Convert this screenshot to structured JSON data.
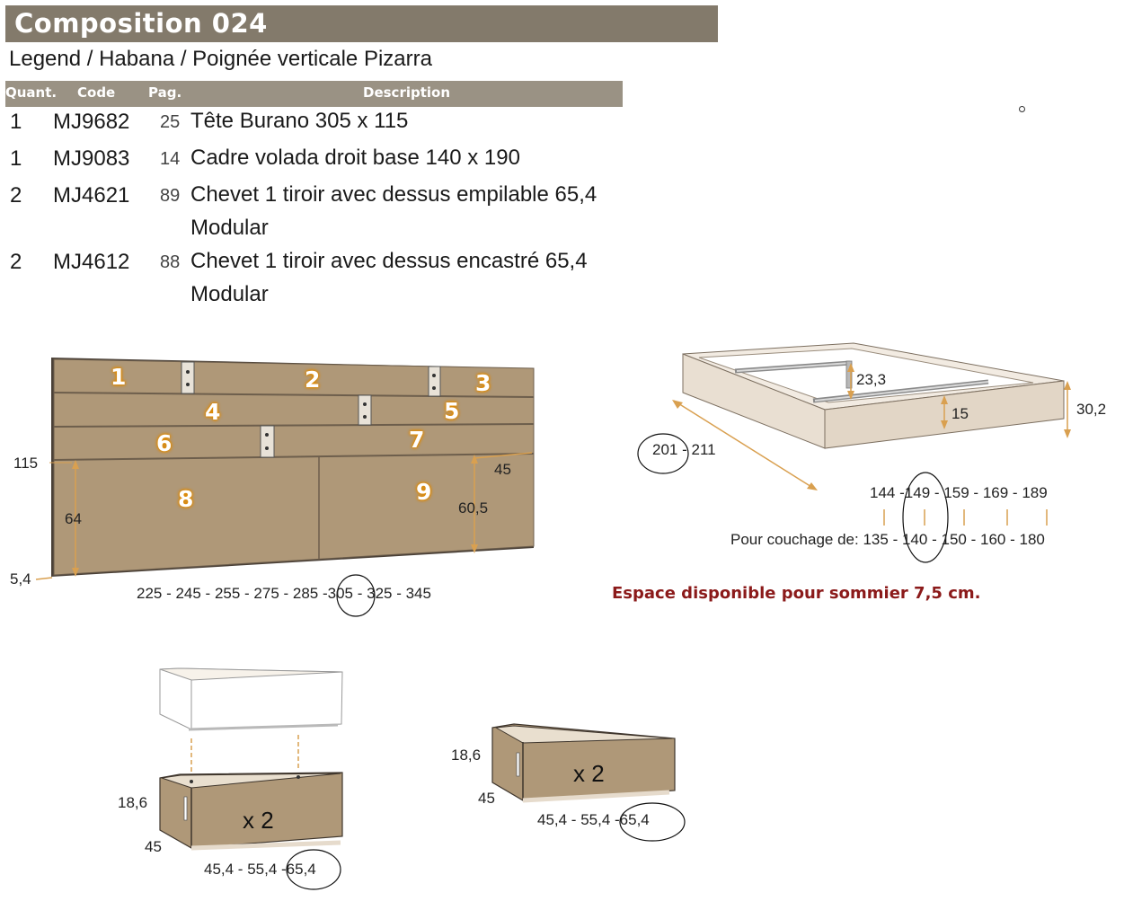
{
  "header": {
    "title": "Composition 024",
    "subtitle": "Legend / Habana / Poignée verticale Pizarra"
  },
  "table": {
    "columns": [
      "Quant.",
      "Code",
      "Pag.",
      "Description"
    ],
    "rows": [
      {
        "qty": "1",
        "code": "MJ9682",
        "pag": "25",
        "desc": "Tête Burano 305 x 115",
        "desc2": ""
      },
      {
        "qty": "1",
        "code": "MJ9083",
        "pag": "14",
        "desc": "Cadre volada droit base 140 x 190",
        "desc2": ""
      },
      {
        "qty": "2",
        "code": "MJ4621",
        "pag": "89",
        "desc": "Chevet 1 tiroir avec dessus empilable 65,4",
        "desc2": "Modular"
      },
      {
        "qty": "2",
        "code": "MJ4612",
        "pag": "88",
        "desc": "Chevet 1 tiroir avec dessus encastré 65,4",
        "desc2": "Modular"
      }
    ]
  },
  "headboard": {
    "panels": [
      "1",
      "2",
      "3",
      "4",
      "5",
      "6",
      "7",
      "8",
      "9"
    ],
    "dim_height": "115",
    "dim_lower": "64",
    "dim_base": "5,4",
    "dim_depth": "45",
    "dim_lower_right": "60,5",
    "widths_a": "225 - 245 - 255 - 275 - 285 -",
    "widths_selected": "305",
    "widths_b": "- 325 - 345",
    "color_panel": "#af9878"
  },
  "bed_frame": {
    "dim_slat": "23,3",
    "dim_rail": "15",
    "dim_height": "30,2",
    "length_selected": "201",
    "length_other": "- 211",
    "widths_outer": [
      "144",
      "149",
      "159",
      "169",
      "189"
    ],
    "widths_prefix": "Pour couchage de:",
    "widths_inner": [
      "135",
      "140",
      "150",
      "160",
      "180"
    ],
    "sep": "-"
  },
  "note": "Espace disponible pour sommier 7,5 cm.",
  "nightstand_left": {
    "height": "18,6",
    "depth": "45",
    "widths_a": "45,4 - 55,4 -",
    "width_selected": "65,4",
    "count": "x 2"
  },
  "nightstand_right": {
    "height": "18,6",
    "depth": "45",
    "widths_a": "45,4 - 55,4 -",
    "width_selected": "65,4",
    "count": "x 2"
  }
}
